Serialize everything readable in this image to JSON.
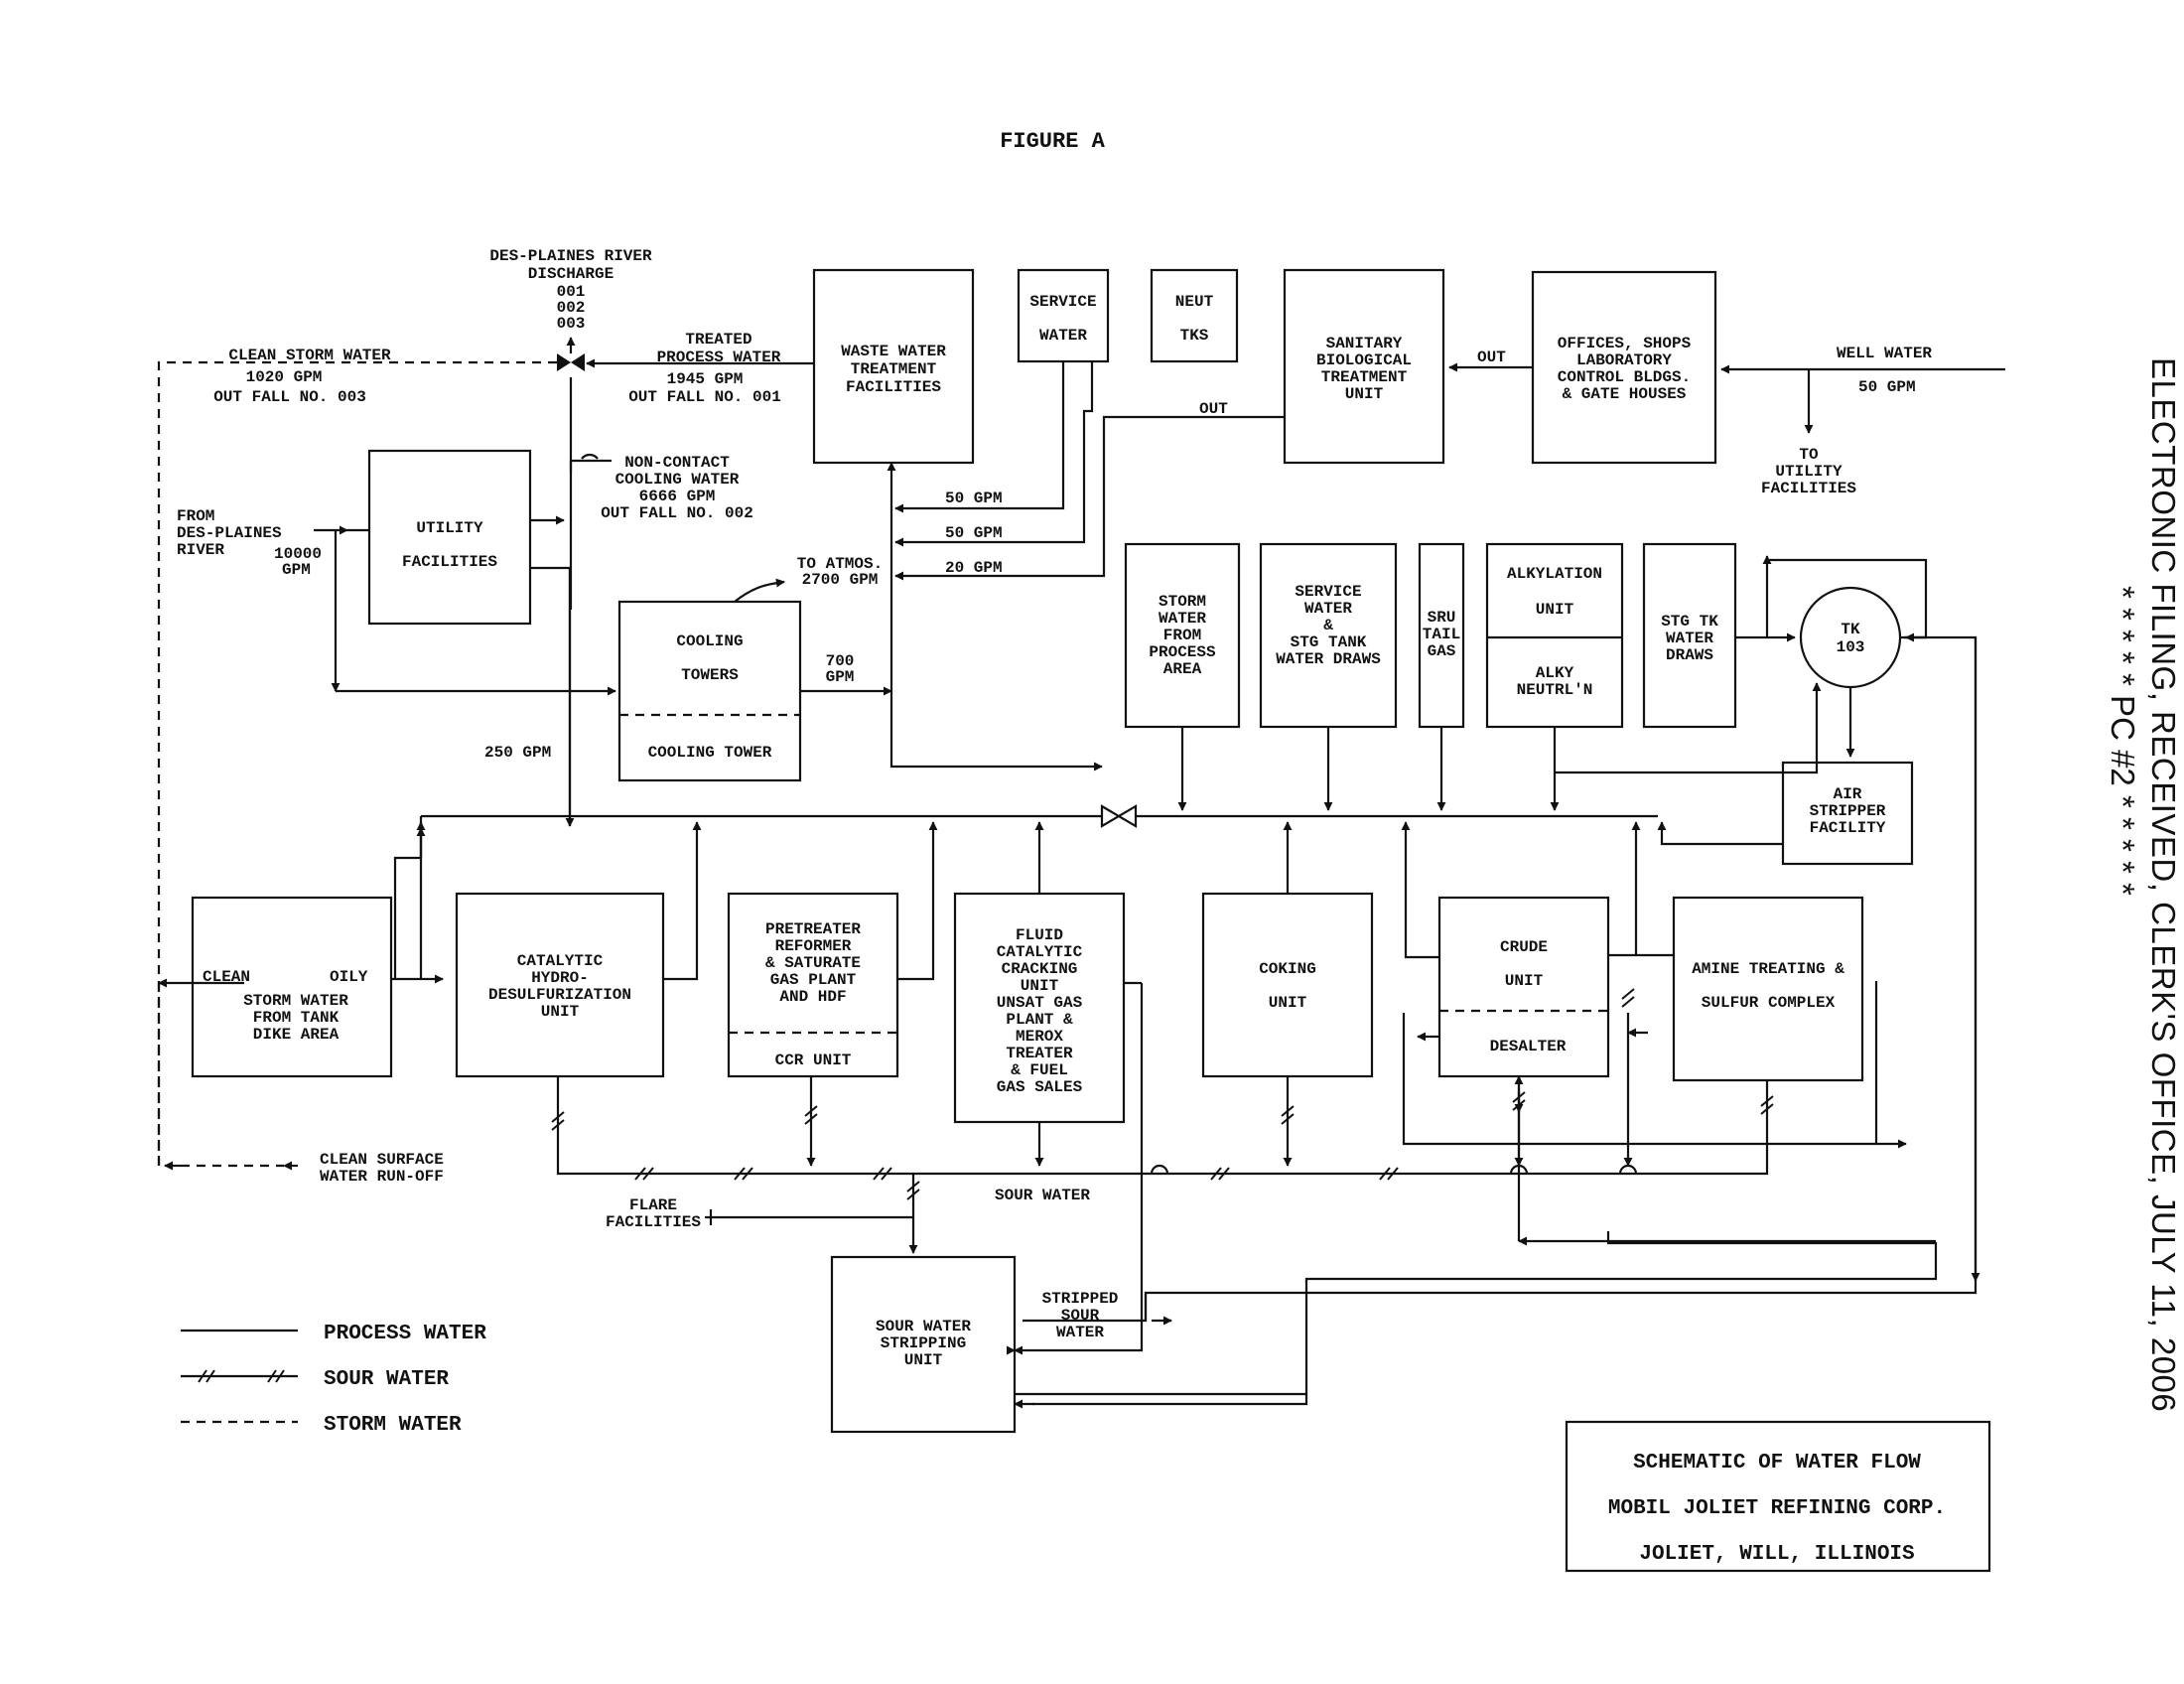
{
  "figure_title": "FIGURE A",
  "river_discharge": {
    "line1": "DES-PLAINES RIVER",
    "line2": "DISCHARGE",
    "outfalls": [
      "001",
      "002",
      "003"
    ]
  },
  "clean_storm": {
    "label": "CLEAN STORM WATER",
    "flow": "1020 GPM",
    "outfall": "OUT FALL NO. 003"
  },
  "treated": {
    "line1": "TREATED",
    "line2": "PROCESS WATER",
    "flow": "1945 GPM",
    "outfall": "OUT FALL NO. 001"
  },
  "noncontact": {
    "line1": "NON-CONTACT",
    "line2": "COOLING WATER",
    "flow": "6666 GPM",
    "outfall": "OUT FALL NO. 002"
  },
  "from_river": {
    "line1": "FROM",
    "line2": "DES-PLAINES",
    "line3": "RIVER",
    "flow1": "10000",
    "flow2": "GPM"
  },
  "to_atmos": {
    "line1": "TO ATMOS.",
    "line2": "2700 GPM"
  },
  "flows": {
    "cooling_out1": "700",
    "cooling_out2": "GPM",
    "utility_down": "250 GPM",
    "service": "50 GPM",
    "neut": "50 GPM",
    "sanitary": "20 GPM",
    "out_top": "OUT",
    "out_right": "OUT",
    "well_water": "WELL WATER",
    "well_gpm": "50 GPM"
  },
  "to_utility": {
    "line1": "TO",
    "line2": "UTILITY",
    "line3": "FACILITIES"
  },
  "boxes": {
    "wwt": [
      "WASTE WATER",
      "TREATMENT",
      "FACILITIES"
    ],
    "service_water": [
      "SERVICE",
      "WATER"
    ],
    "neut_tks": [
      "NEUT",
      "TKS"
    ],
    "sanitary": [
      "SANITARY",
      "BIOLOGICAL",
      "TREATMENT",
      "UNIT"
    ],
    "offices": [
      "OFFICES, SHOPS",
      "LABORATORY",
      "CONTROL BLDGS.",
      "& GATE HOUSES"
    ],
    "utility": [
      "UTILITY",
      "FACILITIES"
    ],
    "cooling_towers": [
      "COOLING",
      "TOWERS"
    ],
    "cooling_tower": "COOLING TOWER",
    "storm_process": [
      "STORM",
      "WATER",
      "FROM",
      "PROCESS",
      "AREA"
    ],
    "service_stg": [
      "SERVICE",
      "WATER",
      "&",
      "STG TANK",
      "WATER DRAWS"
    ],
    "sru": [
      "SRU",
      "TAIL",
      "GAS"
    ],
    "alkylation": [
      "ALKYLATION",
      "UNIT"
    ],
    "alky_neut": [
      "ALKY",
      "NEUTRL'N"
    ],
    "stg_tk": [
      "STG TK",
      "WATER",
      "DRAWS"
    ],
    "tk103": [
      "TK",
      "103"
    ],
    "air_stripper": [
      "AIR",
      "STRIPPER",
      "FACILITY"
    ],
    "storm_tank": {
      "clean": "CLEAN",
      "oily": "OILY",
      "lines": [
        "STORM WATER",
        "FROM TANK",
        "DIKE AREA"
      ]
    },
    "cat_hydro": [
      "CATALYTIC",
      "HYDRO-",
      "DESULFURIZATION",
      "UNIT"
    ],
    "pretreater": [
      "PRETREATER",
      "REFORMER",
      "& SATURATE",
      "GAS PLANT",
      "AND HDF"
    ],
    "ccr": "CCR UNIT",
    "fcc": [
      "FLUID",
      "CATALYTIC",
      "CRACKING",
      "UNIT",
      "UNSAT GAS",
      "PLANT &",
      "MEROX",
      "TREATER",
      "& FUEL",
      "GAS SALES"
    ],
    "coking": [
      "COKING",
      "UNIT"
    ],
    "crude": [
      "CRUDE",
      "UNIT"
    ],
    "desalter": "DESALTER",
    "amine": [
      "AMINE TREATING &",
      "SULFUR COMPLEX"
    ],
    "sour_stripping": [
      "SOUR WATER",
      "STRIPPING",
      "UNIT"
    ]
  },
  "labels": {
    "clean_surface": [
      "CLEAN SURFACE",
      "WATER RUN-OFF"
    ],
    "flare": [
      "FLARE",
      "FACILITIES"
    ],
    "sour_water": "SOUR WATER",
    "stripped": [
      "STRIPPED",
      "SOUR",
      "WATER"
    ]
  },
  "legend": [
    {
      "label": "PROCESS WATER",
      "style": "solid"
    },
    {
      "label": "SOUR WATER",
      "style": "sour"
    },
    {
      "label": "STORM WATER",
      "style": "dashed"
    }
  ],
  "title_block": [
    "SCHEMATIC OF WATER FLOW",
    "MOBIL JOLIET REFINING CORP.",
    "JOLIET, WILL, ILLINOIS"
  ],
  "stamp": {
    "line1": "ELECTRONIC FILING, RECEIVED, CLERK'S OFFICE, JULY 11, 2006",
    "line2": "* * * * * PC #2 * * * * *"
  }
}
